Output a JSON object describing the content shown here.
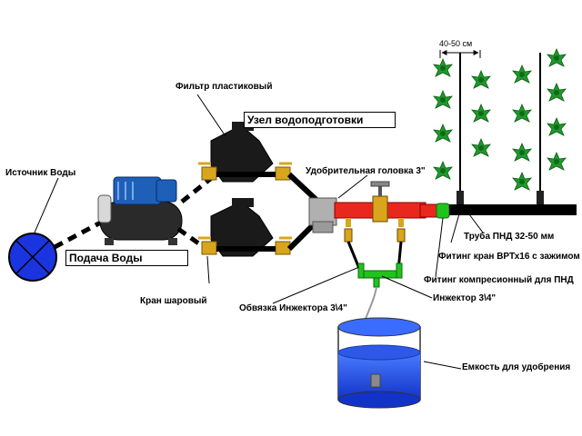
{
  "labels": {
    "source": "Источник Воды",
    "supply": "Подача Воды",
    "filter": "Фильтр пластиковый",
    "unit": "Узел водоподготовки",
    "head": "Удобрительная головка 3\"",
    "ball_valve": "Кран шаровый",
    "injector_bypass": "Обвязка Инжектора 3\\4\"",
    "injector": "Инжектор 3\\4\"",
    "tank": "Емкость для удобрения",
    "pipe": "Труба ПНД 32-50 мм",
    "fitting_valve": "Фитинг кран ВРТх16 с зажимом",
    "fitting_comp": "Фитинг компресионный для ПНД",
    "spacing": "40-50 см"
  },
  "colors": {
    "source": "#1a35e0",
    "pipe_red": "#e8281e",
    "green": "#22c21e",
    "water": "#1e5af0",
    "plant": "#1f9a2a",
    "pipe_black": "#000000"
  }
}
